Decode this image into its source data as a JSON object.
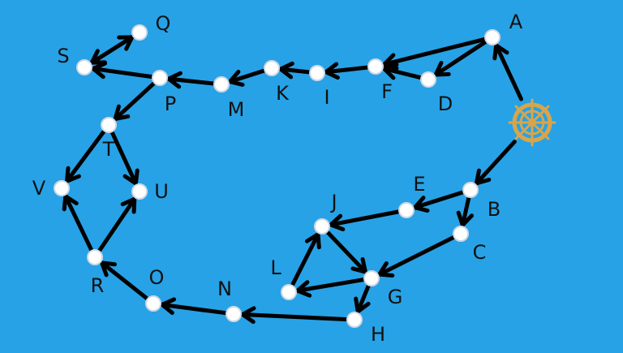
{
  "colors": {
    "background": "#27a2e6",
    "edge": "#000000",
    "node": "#ffffff",
    "wheel": "#d9a54a"
  },
  "start_icon": "ship-wheel-icon",
  "nodes": [
    "A",
    "B",
    "C",
    "D",
    "E",
    "F",
    "G",
    "H",
    "I",
    "J",
    "K",
    "L",
    "M",
    "N",
    "O",
    "P",
    "Q",
    "R",
    "S",
    "T",
    "U",
    "V"
  ],
  "edges": [
    [
      "start",
      "A"
    ],
    [
      "start",
      "B"
    ],
    [
      "A",
      "F"
    ],
    [
      "A",
      "D"
    ],
    [
      "D",
      "F"
    ],
    [
      "F",
      "I"
    ],
    [
      "I",
      "K"
    ],
    [
      "K",
      "M"
    ],
    [
      "M",
      "P"
    ],
    [
      "P",
      "S"
    ],
    [
      "P",
      "T"
    ],
    [
      "S",
      "Q"
    ],
    [
      "Q",
      "S"
    ],
    [
      "T",
      "V"
    ],
    [
      "T",
      "U"
    ],
    [
      "R",
      "V"
    ],
    [
      "R",
      "U"
    ],
    [
      "O",
      "R"
    ],
    [
      "N",
      "O"
    ],
    [
      "H",
      "N"
    ],
    [
      "G",
      "H"
    ],
    [
      "G",
      "L"
    ],
    [
      "L",
      "J"
    ],
    [
      "J",
      "G"
    ],
    [
      "E",
      "J"
    ],
    [
      "B",
      "E"
    ],
    [
      "B",
      "C"
    ],
    [
      "C",
      "G"
    ]
  ]
}
